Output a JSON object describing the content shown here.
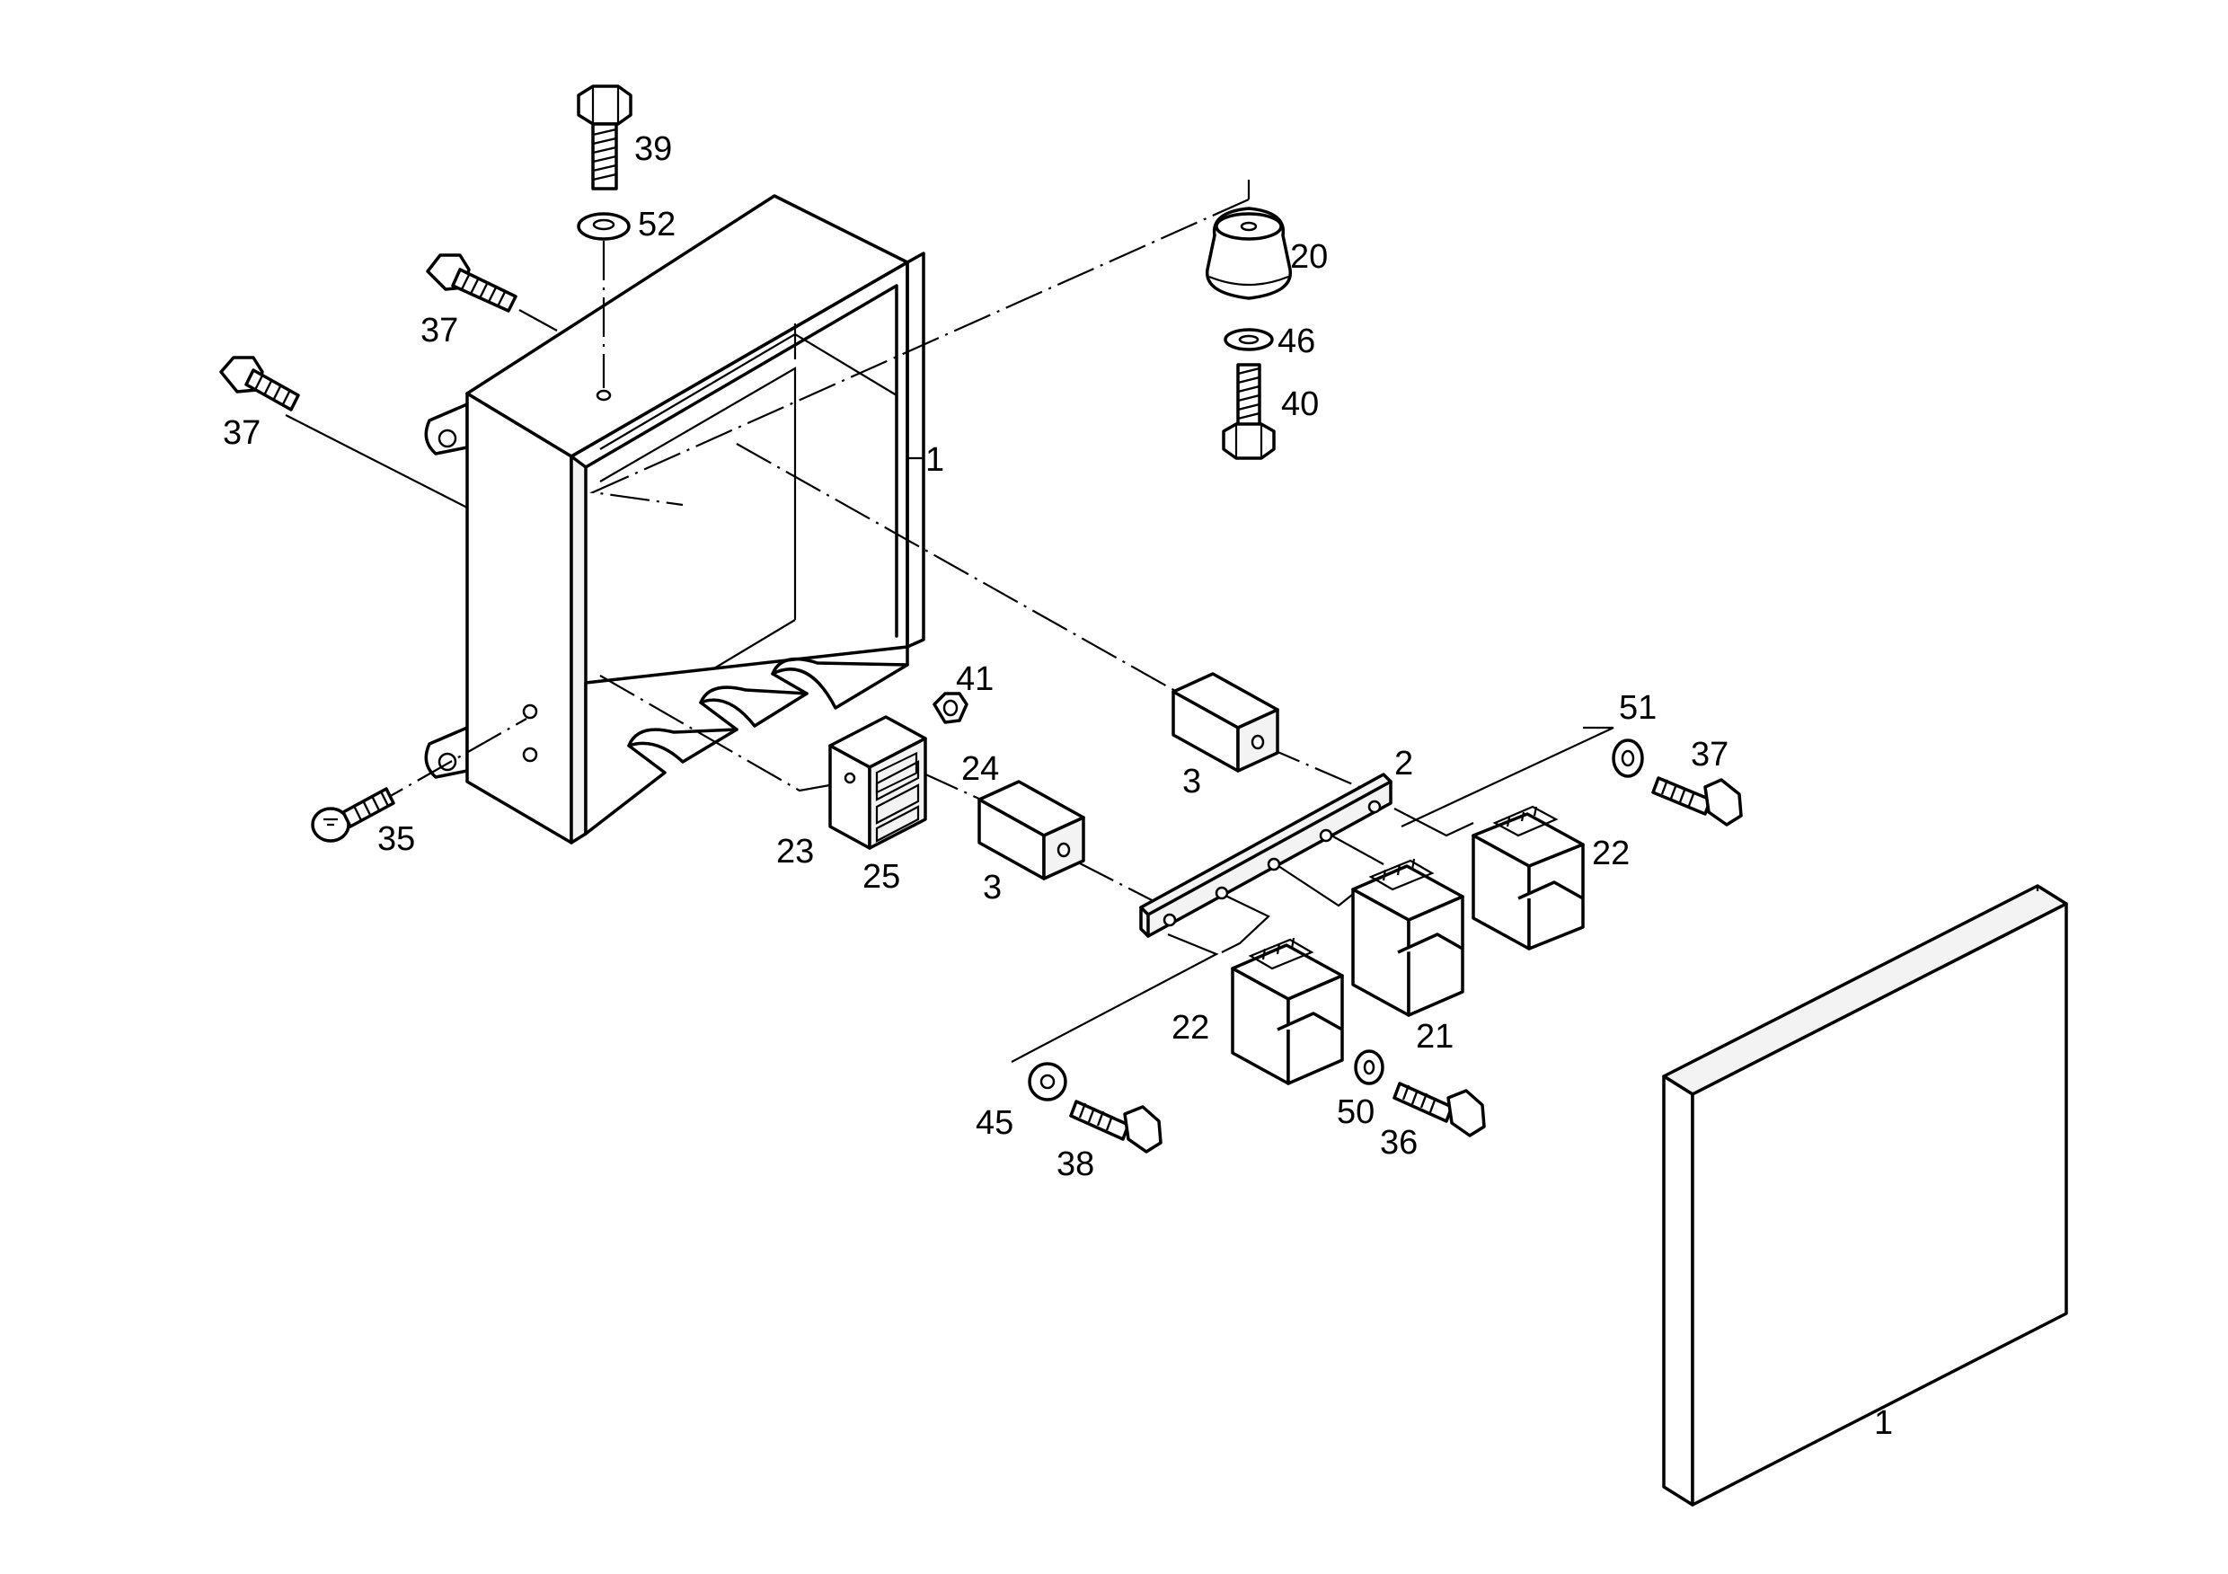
{
  "callouts": {
    "c39": "39",
    "c52": "52",
    "c37a": "37",
    "c37b": "37",
    "c37c": "37",
    "c20": "20",
    "c46": "46",
    "c40": "40",
    "c1a": "1",
    "c1b": "1",
    "c41": "41",
    "c24": "24",
    "c23": "23",
    "c25": "25",
    "c35": "35",
    "c3a": "3",
    "c3b": "3",
    "c2": "2",
    "c51": "51",
    "c22a": "22",
    "c22b": "22",
    "c21": "21",
    "c45": "45",
    "c38": "38",
    "c50": "50",
    "c36": "36"
  }
}
